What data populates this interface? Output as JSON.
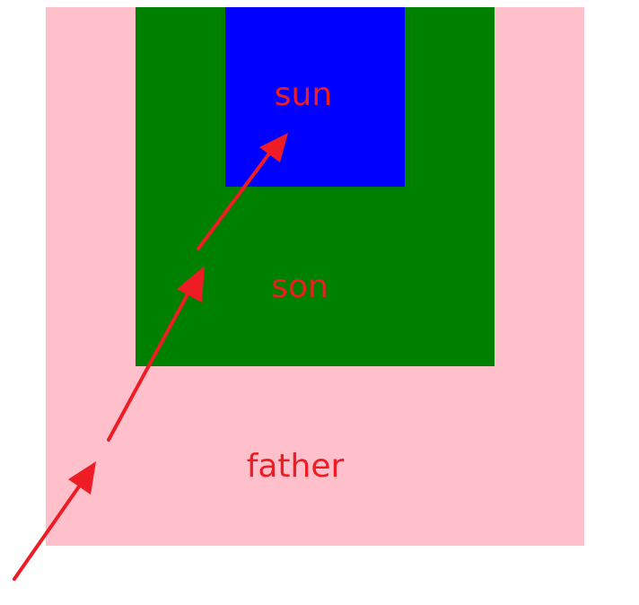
{
  "boxes": {
    "father": {
      "label": "father",
      "color": "#ffc0cb"
    },
    "son": {
      "label": "son",
      "color": "#008000"
    },
    "sun": {
      "label": "sun",
      "color": "#0000ff"
    }
  },
  "label_color": "#ee1c25",
  "arrow_color": "#ee1c25",
  "arrows": [
    {
      "name": "arrow-into-father"
    },
    {
      "name": "arrow-father-to-son"
    },
    {
      "name": "arrow-son-to-sun"
    }
  ]
}
